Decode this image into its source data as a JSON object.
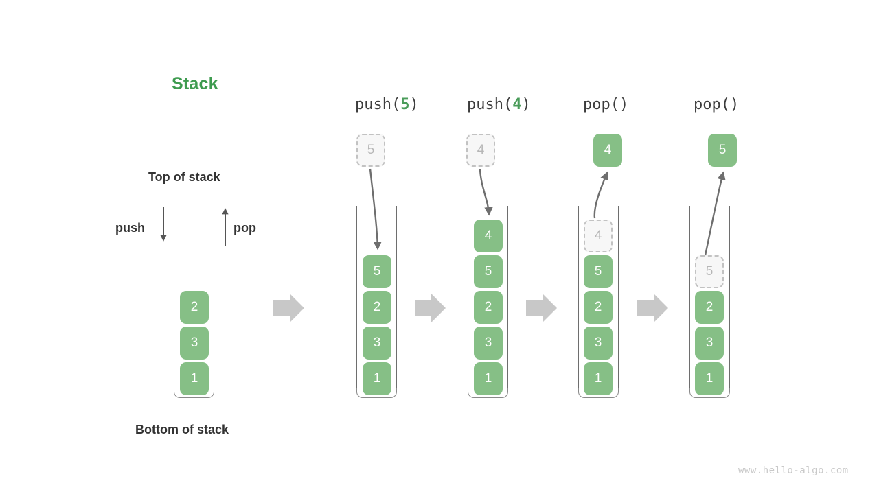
{
  "title": "Stack",
  "labels": {
    "top_of_stack": "Top of stack",
    "bottom_of_stack": "Bottom of stack",
    "push": "push",
    "pop": "pop"
  },
  "watermark": "www.hello-algo.com",
  "colors": {
    "cell_fill": "#86bf86",
    "cell_text": "#ffffff",
    "ghost_fill": "#f7f7f7",
    "ghost_border": "#c2c2c2",
    "ghost_text": "#b6b6b6",
    "title_green": "#3e9b4f",
    "arg_green": "#4a9c5a",
    "arrow_gray": "#6e6e6e",
    "flow_arrow_gray": "#c8c8c8",
    "wall_gray": "#6e6e6e",
    "label_text": "#333333",
    "watermark_gray": "#c9c9c9"
  },
  "stages": [
    {
      "name": "initial",
      "op_label": null,
      "op_name": null,
      "op_arg": null,
      "external_cell": null,
      "cells": [
        {
          "value": "2",
          "state": "solid"
        },
        {
          "value": "3",
          "state": "solid"
        },
        {
          "value": "1",
          "state": "solid"
        }
      ]
    },
    {
      "name": "push-5",
      "op_label": "push(5)",
      "op_name": "push",
      "op_arg": "5",
      "external_cell": {
        "value": "5",
        "state": "ghost"
      },
      "cells": [
        {
          "value": "5",
          "state": "solid"
        },
        {
          "value": "2",
          "state": "solid"
        },
        {
          "value": "3",
          "state": "solid"
        },
        {
          "value": "1",
          "state": "solid"
        }
      ]
    },
    {
      "name": "push-4",
      "op_label": "push(4)",
      "op_name": "push",
      "op_arg": "4",
      "external_cell": {
        "value": "4",
        "state": "ghost"
      },
      "cells": [
        {
          "value": "4",
          "state": "solid"
        },
        {
          "value": "5",
          "state": "solid"
        },
        {
          "value": "2",
          "state": "solid"
        },
        {
          "value": "3",
          "state": "solid"
        },
        {
          "value": "1",
          "state": "solid"
        }
      ]
    },
    {
      "name": "pop-1",
      "op_label": "pop()",
      "op_name": "pop",
      "op_arg": null,
      "external_cell": {
        "value": "4",
        "state": "solid"
      },
      "cells": [
        {
          "value": "4",
          "state": "ghost"
        },
        {
          "value": "5",
          "state": "solid"
        },
        {
          "value": "2",
          "state": "solid"
        },
        {
          "value": "3",
          "state": "solid"
        },
        {
          "value": "1",
          "state": "solid"
        }
      ]
    },
    {
      "name": "pop-2",
      "op_label": "pop()",
      "op_name": "pop",
      "op_arg": null,
      "external_cell": {
        "value": "5",
        "state": "solid"
      },
      "cells": [
        {
          "value": "5",
          "state": "ghost"
        },
        {
          "value": "2",
          "state": "solid"
        },
        {
          "value": "3",
          "state": "solid"
        },
        {
          "value": "1",
          "state": "solid"
        }
      ]
    }
  ]
}
